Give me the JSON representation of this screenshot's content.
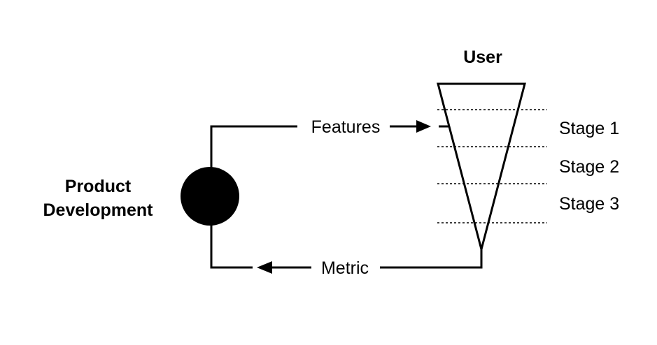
{
  "diagram": {
    "product_label_line1": "Product",
    "product_label_line2": "Development",
    "user_label": "User",
    "features_label": "Features",
    "metric_label": "Metric",
    "stages": [
      "Stage 1",
      "Stage 2",
      "Stage 3"
    ]
  }
}
